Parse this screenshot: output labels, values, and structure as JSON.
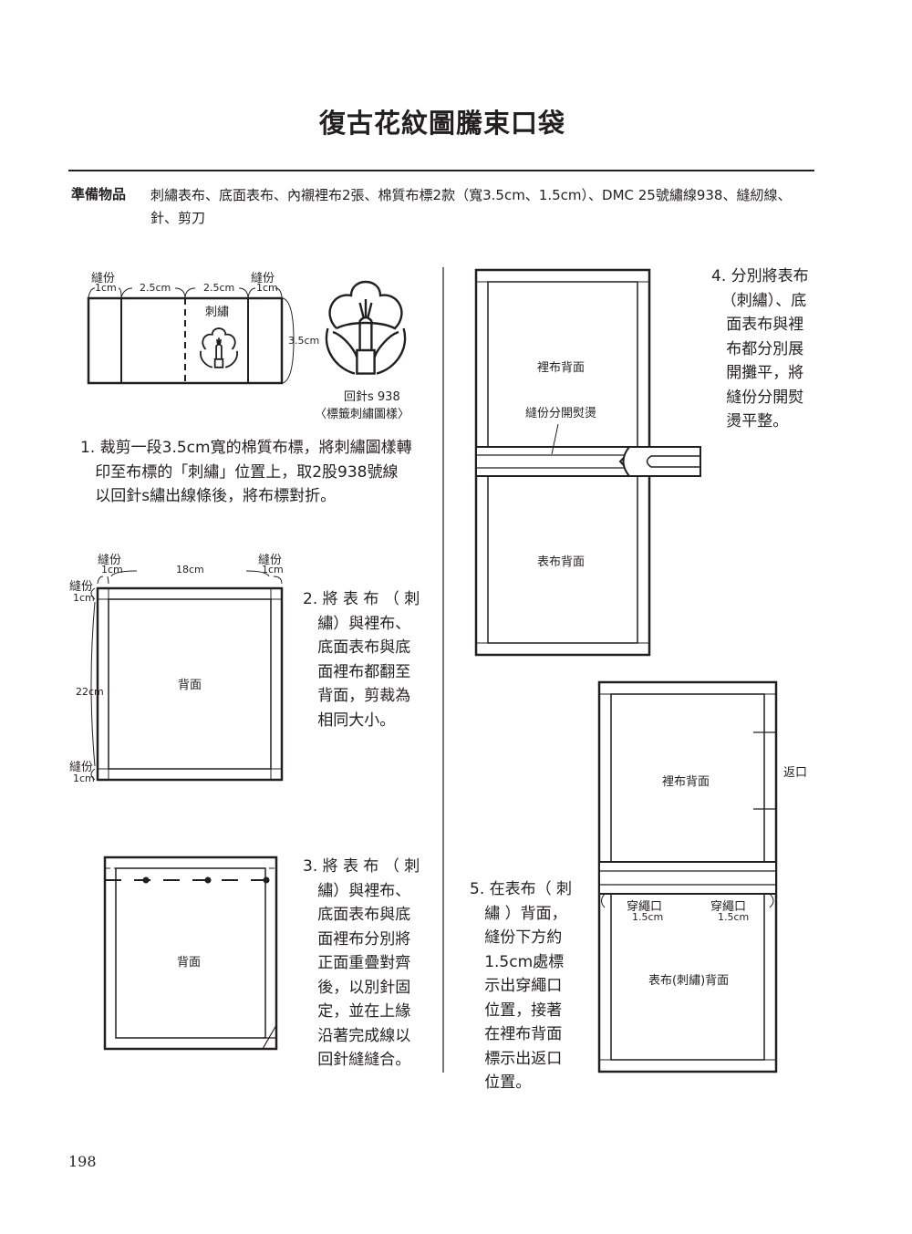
{
  "title": "復古花紋圖騰束口袋",
  "materials": {
    "label": "準備物品",
    "text": "刺繡表布、底面表布、內襯裡布2張、棉質布標2款（寬3.5cm、1.5cm）、DMC 25號繡線938、縫紉線、針、剪刀"
  },
  "diagram1": {
    "seam_left": "縫份",
    "seam_left_cm": "1cm",
    "w1": "2.5cm",
    "w2": "2.5cm",
    "seam_right": "縫份",
    "seam_right_cm": "1cm",
    "embroidery": "刺繡",
    "height": "3.5cm",
    "motif_caption1": "回針s 938",
    "motif_caption2": "〈標籤刺繡圖樣〉"
  },
  "step1": "1. 裁剪一段3.5cm寬的棉質布標，將刺繡圖樣轉\n   印至布標的「刺繡」位置上，取2股938號線\n   以回針s繡出線條後，將布標對折。",
  "diagram2": {
    "seam_tl": "縫份",
    "seam_tl_cm": "1cm",
    "width": "18cm",
    "seam_tr": "縫份",
    "seam_tr_cm": "1cm",
    "seam_lt": "縫份",
    "seam_lt_cm": "1cm",
    "height": "22cm",
    "seam_lb": "縫份",
    "seam_lb_cm": "1cm",
    "center": "背面"
  },
  "step2": "2. 將 表 布 （ 刺\n   繡）與裡布、\n   底面表布與底\n   面裡布都翻至\n   背面，剪裁為\n   相同大小。",
  "diagram3": {
    "center": "背面"
  },
  "step3": "3. 將 表 布 （ 刺\n   繡）與裡布、\n   底面表布與底\n   面裡布分別將\n   正面重疊對齊\n   後，以別針固\n   定，並在上緣\n   沿著完成線以\n   回針縫縫合。",
  "diagram4": {
    "top": "裡布背面",
    "seam_note": "縫份分開熨燙",
    "bottom": "表布背面"
  },
  "step4": "4. 分別將表布\n  （刺繡）、底\n   面表布與裡\n   布都分別展\n   開攤平，將\n   縫份分開熨\n   燙平整。",
  "diagram5": {
    "top": "裡布背面",
    "opening": "返口",
    "cord_left": "穿繩口",
    "cord_left_cm": "1.5cm",
    "cord_right": "穿繩口",
    "cord_right_cm": "1.5cm",
    "bottom": "表布(刺繡)背面"
  },
  "step5": "5. 在表布（ 刺\n   繡 ）背面，\n   縫份下方約\n   1.5cm處標\n   示出穿繩口\n   位置，接著\n   在裡布背面\n   標示出返口\n   位置。",
  "page_number": "198"
}
